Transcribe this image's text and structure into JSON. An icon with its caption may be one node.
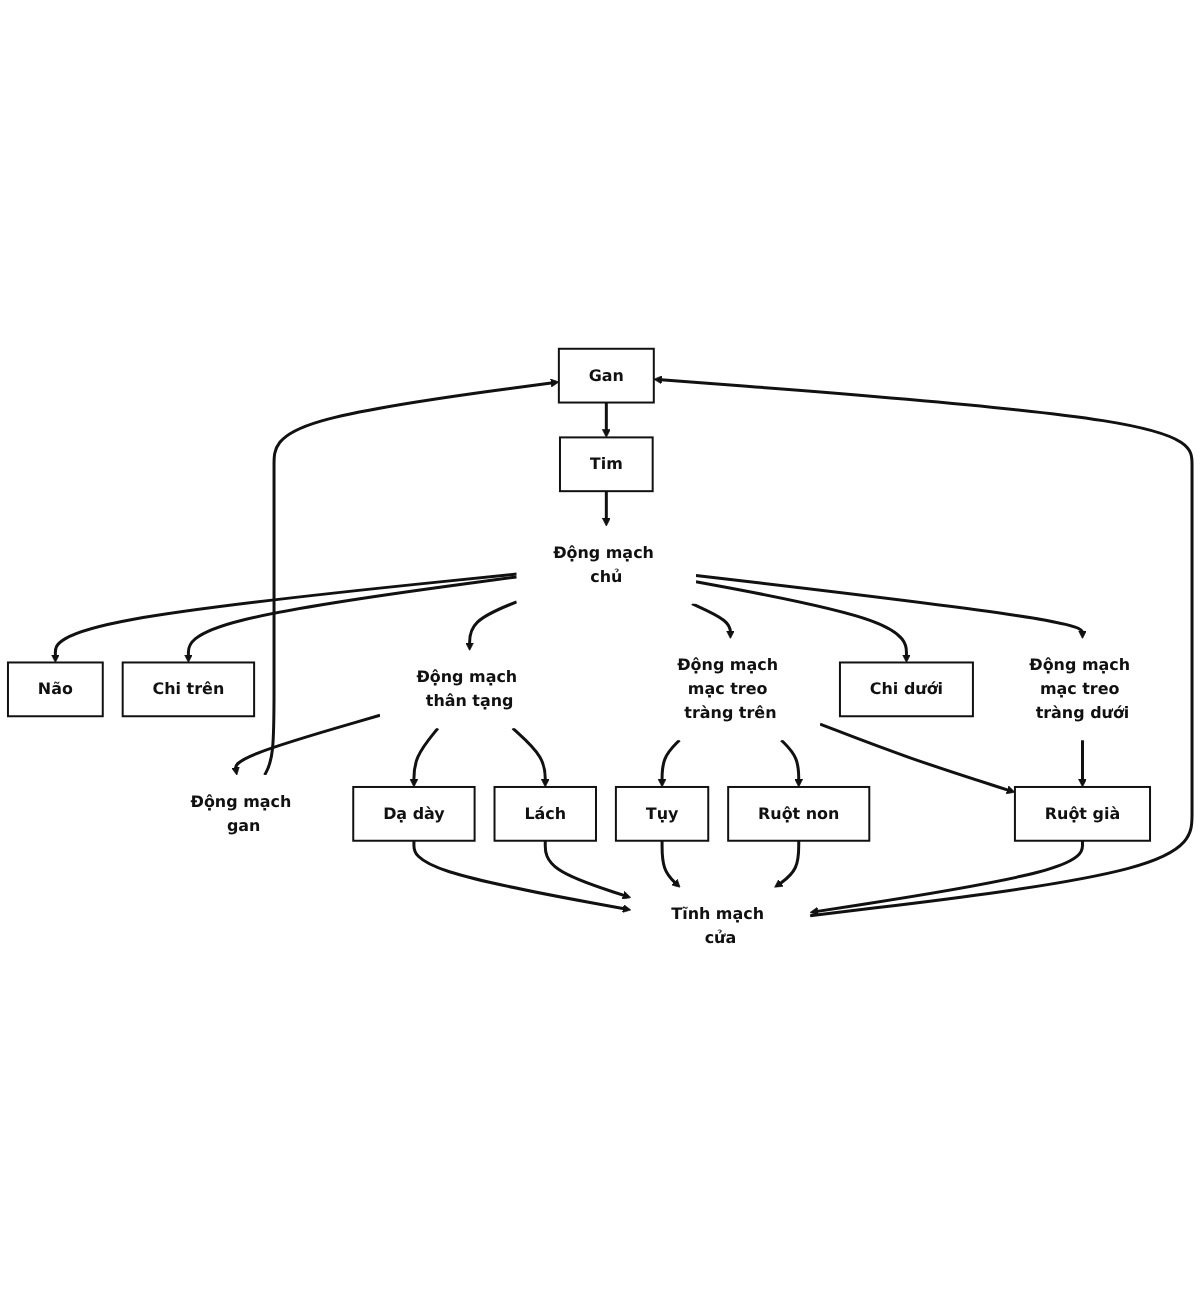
{
  "diagram": {
    "nodes": [
      {
        "text": [
          "Gan"
        ]
      },
      {
        "text": [
          "Tim"
        ]
      },
      {
        "text": [
          "Động mạch chủ"
        ]
      },
      {
        "text": [
          "Động mạch gan"
        ]
      },
      {
        "text": [
          "Não"
        ]
      },
      {
        "text": [
          "Chi trên"
        ]
      },
      {
        "text": [
          "Tĩnh mạch cửa"
        ]
      },
      {
        "text": [
          "Dạ dày"
        ]
      },
      {
        "text": [
          "Động mạch thân tạng"
        ]
      },
      {
        "text": [
          "Lách"
        ]
      },
      {
        "text": [
          "Tụy"
        ]
      },
      {
        "text": [
          "Ruột non"
        ]
      },
      {
        "text": [
          "Động mạch mạc treo tràng trên"
        ]
      },
      {
        "text": [
          "Ruột già"
        ]
      },
      {
        "text": [
          "Động mạch mạc treo tràng dưới"
        ]
      },
      {
        "text": [
          "Chi dưới"
        ]
      }
    ],
    "edges": [
      {
        "from": 0,
        "to": 1,
        "arrow": "to"
      },
      {
        "from": 1,
        "to": 2,
        "arrow": "to"
      },
      {
        "from": 2,
        "to": 4,
        "arrow": "to"
      },
      {
        "from": 2,
        "to": 5,
        "arrow": "to"
      },
      {
        "from": 2,
        "to": 8,
        "arrow": "to"
      },
      {
        "from": 8,
        "to": 3,
        "arrow": "to"
      },
      {
        "from": 3,
        "to": 0,
        "arrow": "to"
      },
      {
        "from": 8,
        "to": 7,
        "arrow": "to"
      },
      {
        "from": 8,
        "to": 9,
        "arrow": "to"
      },
      {
        "from": 2,
        "to": 12,
        "arrow": "to"
      },
      {
        "from": 12,
        "to": 10,
        "arrow": "to"
      },
      {
        "from": 12,
        "to": 11,
        "arrow": "to"
      },
      {
        "from": 12,
        "to": 13,
        "arrow": "to"
      },
      {
        "from": 2,
        "to": 14,
        "arrow": "to"
      },
      {
        "from": 14,
        "to": 13,
        "arrow": "to"
      },
      {
        "from": 2,
        "to": 15,
        "arrow": "to"
      },
      {
        "from": 7,
        "to": 6,
        "arrow": "to"
      },
      {
        "from": 9,
        "to": 6,
        "arrow": "to"
      },
      {
        "from": 10,
        "to": 6,
        "arrow": "to"
      },
      {
        "from": 11,
        "to": 6,
        "arrow": "to"
      },
      {
        "from": 13,
        "to": 6,
        "arrow": "to"
      },
      {
        "from": 6,
        "to": 0,
        "arrow": "to"
      }
    ]
  }
}
